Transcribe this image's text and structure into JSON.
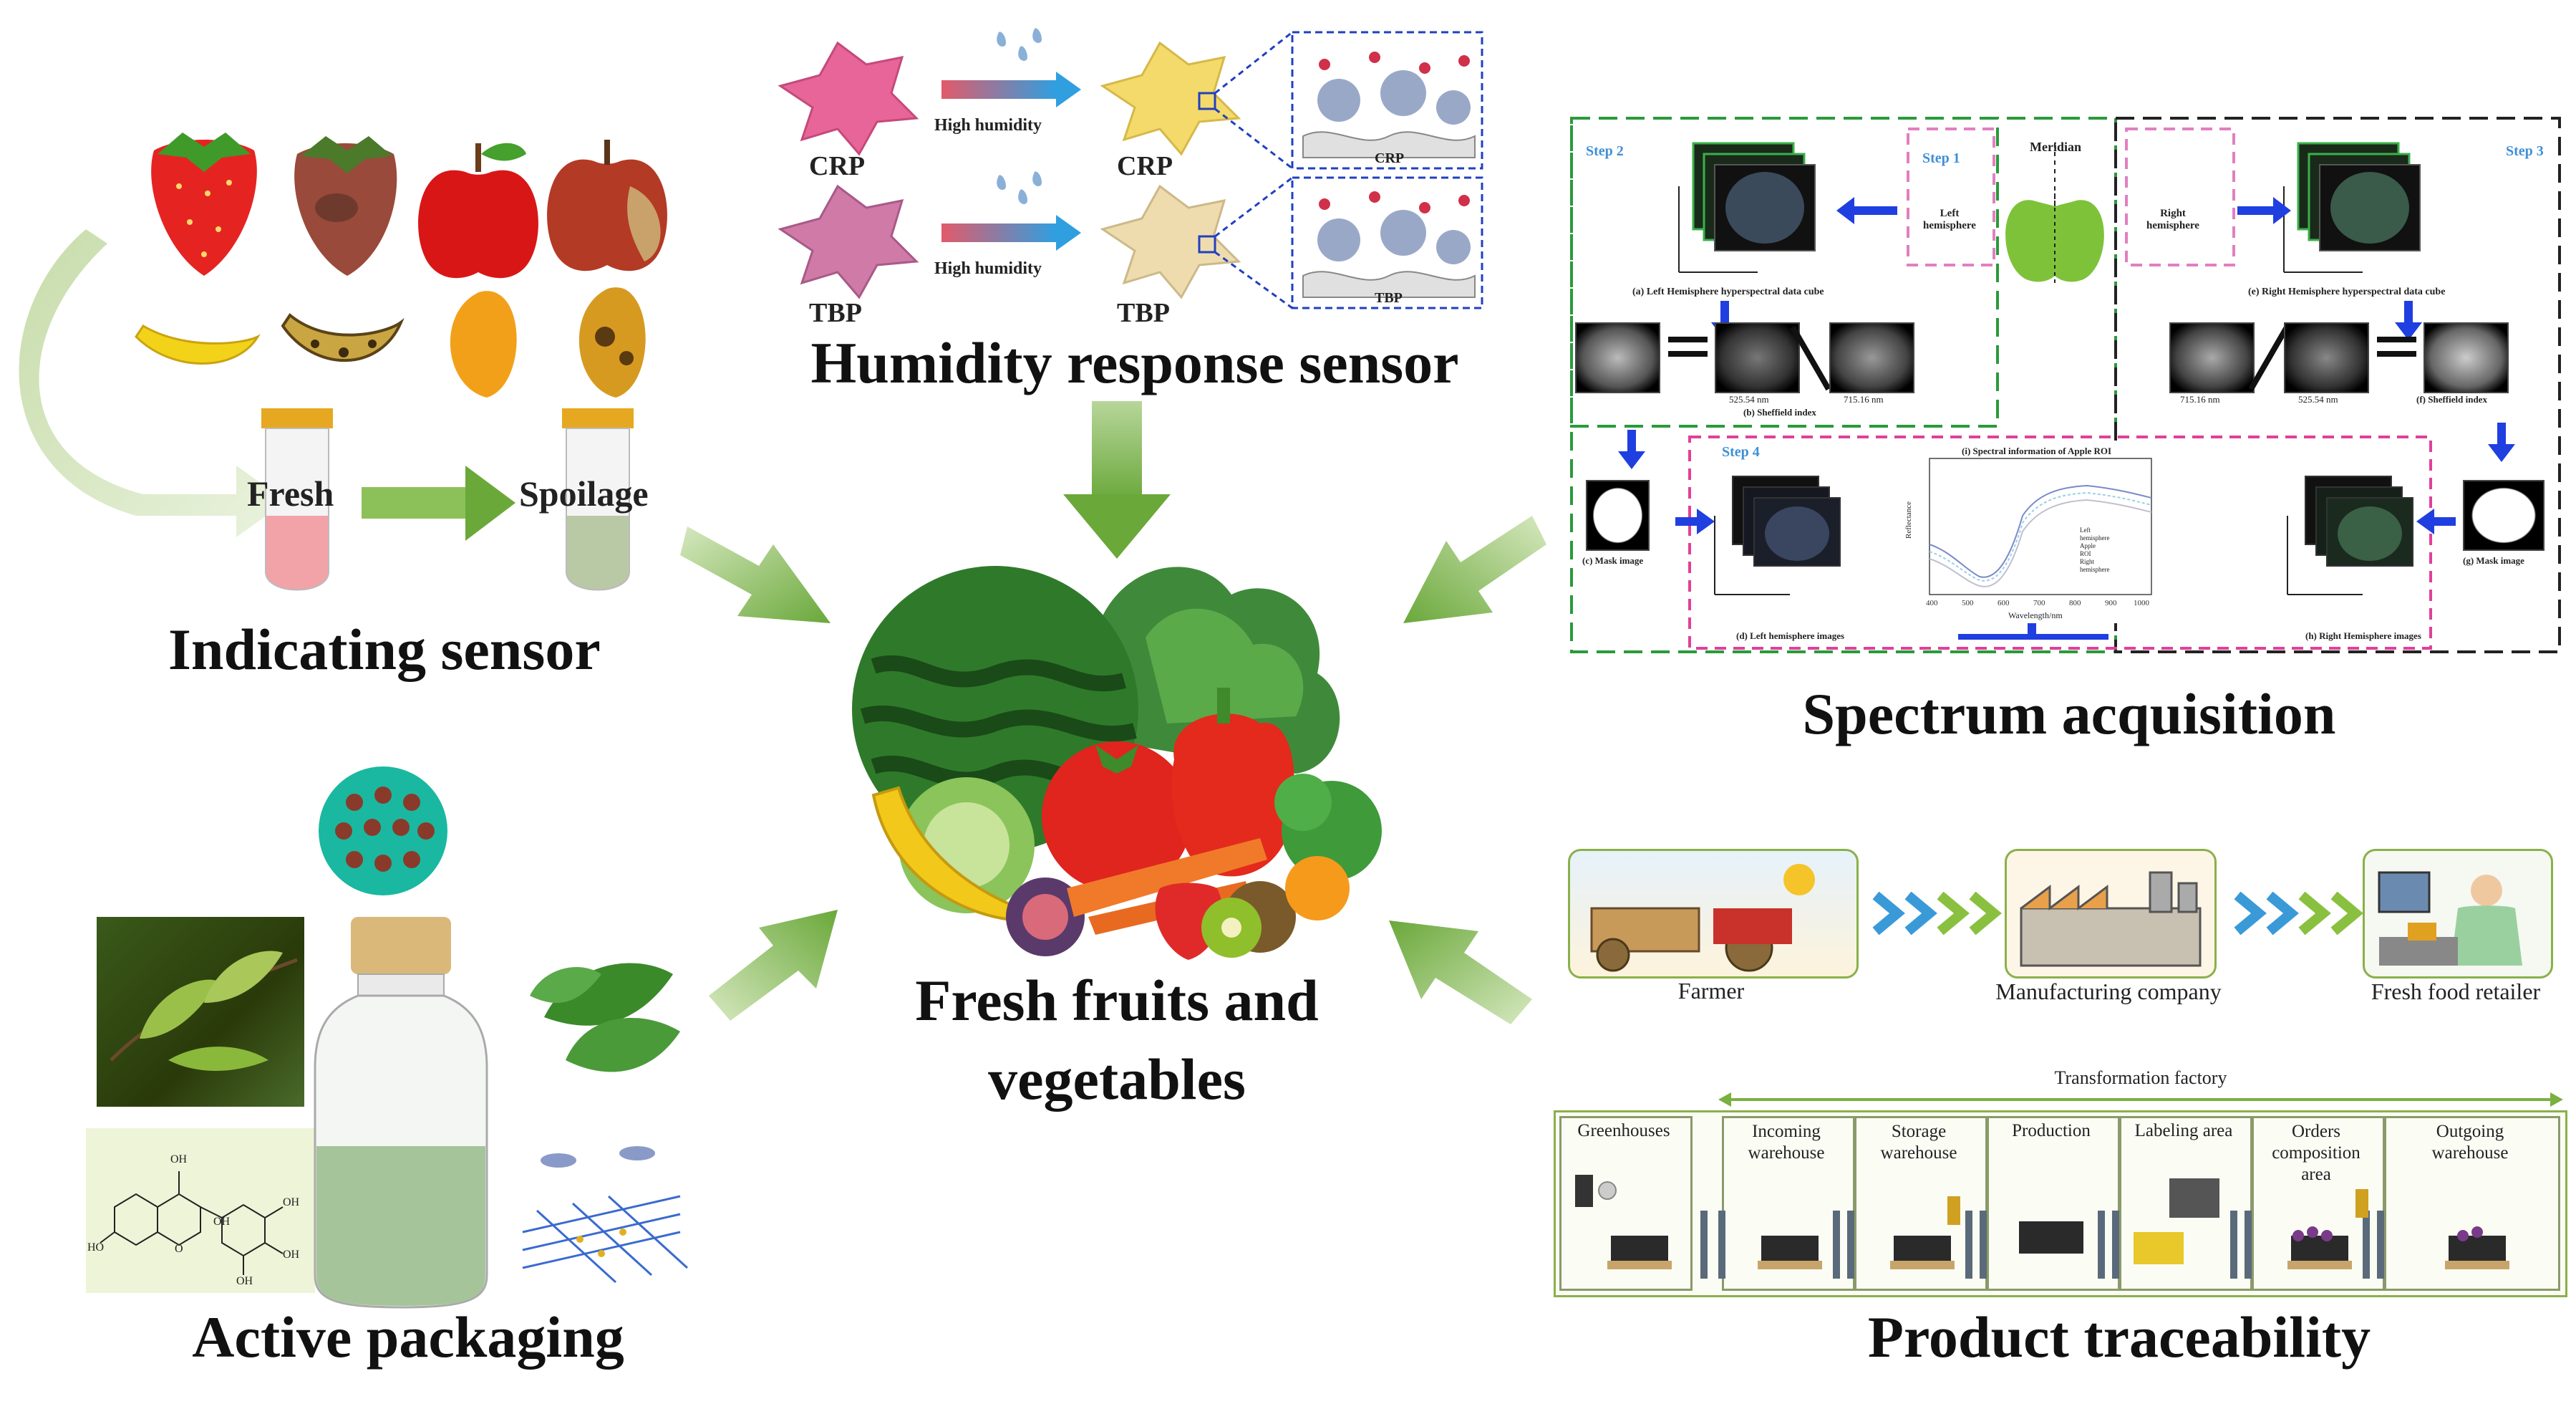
{
  "center": {
    "title_line1": "Fresh fruits and",
    "title_line2": "vegetables"
  },
  "indicating": {
    "title": "Indicating sensor",
    "fresh_label": "Fresh",
    "spoilage_label": "Spoilage"
  },
  "humidity": {
    "title": "Humidity response sensor",
    "crp": "CRP",
    "tbp": "TBP",
    "high_humidity": "High humidity"
  },
  "spectrum": {
    "title": "Spectrum acquisition",
    "step1": "Step 1",
    "step2": "Step 2",
    "step3": "Step 3",
    "step4": "Step 4",
    "meridian": "Meridian",
    "left_hemisphere": "Left hemisphere",
    "right_hemisphere": "Right hemisphere",
    "caption_a": "(a) Left Hemisphere hyperspectral data cube",
    "caption_e": "(e) Right Hemisphere hyperspectral data cube",
    "caption_b": "(b) Sheffield index",
    "caption_f": "(f) Sheffield index",
    "caption_c": "(c) Mask image",
    "caption_g": "(g) Mask image",
    "caption_d": "(d) Left hemisphere images",
    "caption_h": "(h) Right Hemisphere images",
    "nm_525": "525.54 nm",
    "nm_715": "715.16 nm",
    "plot_title": "(i) Spectral information of Apple ROI",
    "plot_ylabel": "Reflectance",
    "plot_xlabel": "Wavelength/nm",
    "legend": [
      "Left",
      "hemisphere",
      "Apple",
      "ROI",
      "Right",
      "hemisphere"
    ]
  },
  "traceability": {
    "title": "Product traceability",
    "farmer": "Farmer",
    "manufacturing": "Manufacturing company",
    "retailer": "Fresh food retailer",
    "transformation": "Transformation factory",
    "stages": [
      "Greenhouses",
      "Incoming warehouse",
      "Storage warehouse",
      "Production",
      "Labeling area",
      "Orders composition area",
      "Outgoing warehouse"
    ]
  },
  "packaging": {
    "title": "Active packaging",
    "oh": "OH",
    "o": "O",
    "ho": "HO"
  },
  "colors": {
    "arrow_green": "#7fb24a",
    "step_blue": "#3f8fd6",
    "green_dash": "#2a9a3a",
    "pink_dash": "#e0409a",
    "blue_arrow": "#1f3fe0"
  }
}
